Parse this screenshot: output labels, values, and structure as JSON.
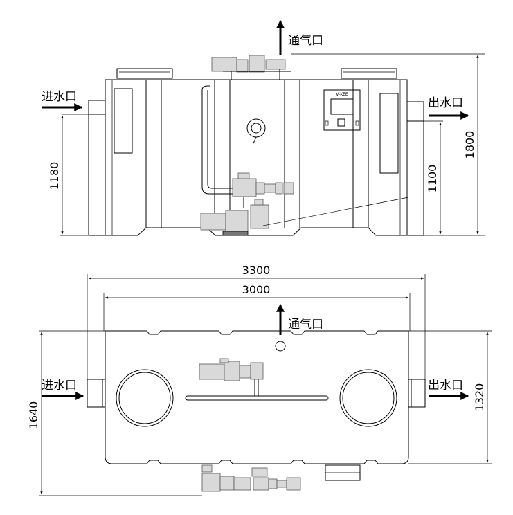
{
  "labels": {
    "vent": "通气口",
    "inlet": "进水口",
    "outlet": "出水口",
    "panel_brand": "V-KEE"
  },
  "dimensions": {
    "front_height": "1800",
    "inlet_height": "1180",
    "outlet_height": "1100",
    "overall_length": "3300",
    "tank_length": "3000",
    "overall_width": "1640",
    "tank_width": "1320"
  }
}
